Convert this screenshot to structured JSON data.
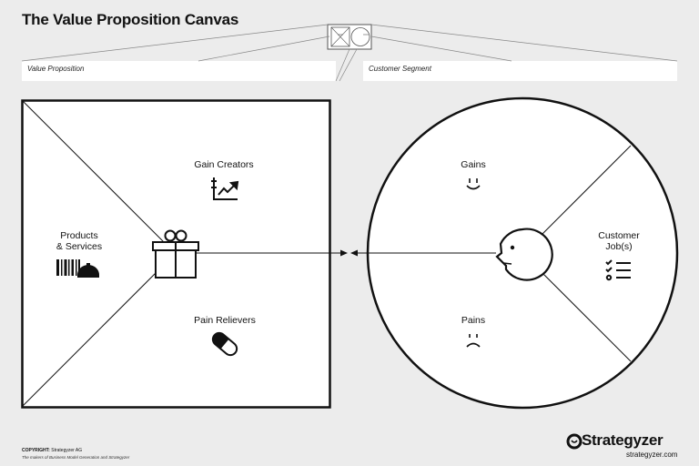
{
  "title": "The Value Proposition Canvas",
  "value_proposition": {
    "label": "Value Proposition",
    "products_services": [
      "Products",
      "& Services"
    ],
    "gain_creators": "Gain Creators",
    "pain_relievers": "Pain Relievers"
  },
  "customer_segment": {
    "label": "Customer Segment",
    "gains": "Gains",
    "pains": "Pains",
    "customer_jobs": [
      "Customer",
      "Job(s)"
    ]
  },
  "footer": {
    "copyright_label": "COPYRIGHT:",
    "copyright_holder": "Strategyzer AG",
    "tagline": "The makers of Business Model Generation and Strategyzer",
    "brand": "Strategyzer",
    "url": "strategyzer.com"
  }
}
